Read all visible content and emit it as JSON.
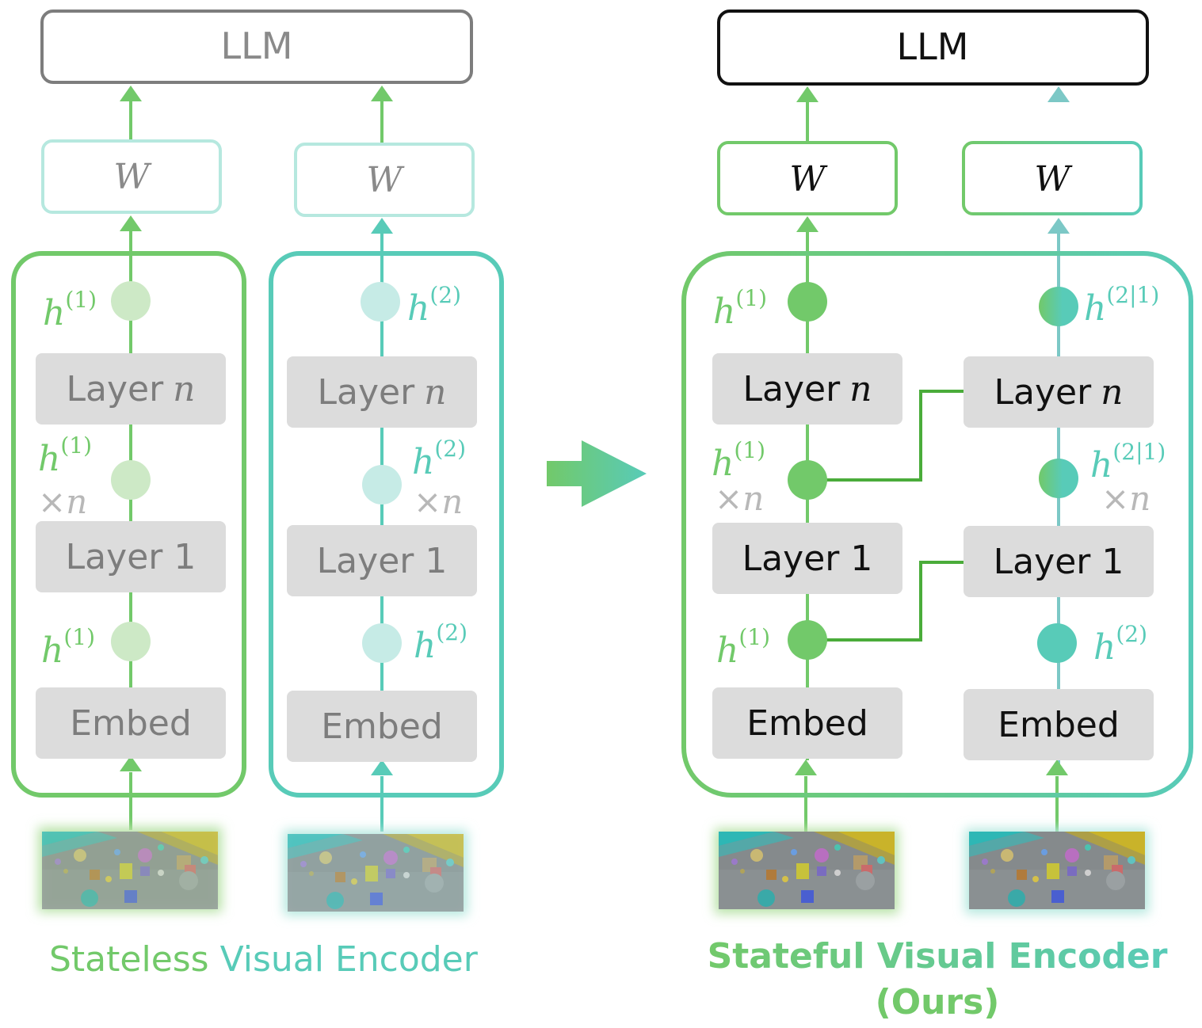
{
  "colors": {
    "green": "#72c96a",
    "teal": "#58cbb8",
    "dark_green": "#4aac3a",
    "layer_fill": "#dcdcdc",
    "light_green_node": "#cde9c6",
    "light_teal_node": "#c6ebe6",
    "light_teal_box": "#b6e8df",
    "gray_text": "#7d7d7d",
    "faint_gray": "#b8b8b8"
  },
  "left": {
    "llm_label": "LLM",
    "w_label": "W",
    "encoder1": {
      "layer_n": "Layer",
      "layer_1": "Layer 1",
      "embed": "Embed",
      "h_base": "h",
      "h_sup": "(1)"
    },
    "encoder2": {
      "layer_n": "Layer",
      "layer_1": "Layer 1",
      "embed": "Embed",
      "h_base": "h",
      "h_sup": "(2)"
    },
    "repeat_base": "×",
    "repeat_n": "n",
    "caption_part1": "Stateless",
    "caption_part2": "Visual Encoder"
  },
  "right": {
    "llm_label": "LLM",
    "w_label": "W",
    "encoder1": {
      "layer_n": "Layer",
      "layer_1": "Layer 1",
      "embed": "Embed",
      "h_base": "h",
      "h_sup": "(1)"
    },
    "encoder2": {
      "layer_n": "Layer",
      "layer_1": "Layer 1",
      "embed": "Embed",
      "h_base": "h",
      "h_sup_cond": "(2|1)",
      "h_sup": "(2)"
    },
    "repeat_base": "×",
    "repeat_n": "n",
    "caption_line1": "Stateful Visual Encoder",
    "caption_line2": "(Ours)"
  }
}
